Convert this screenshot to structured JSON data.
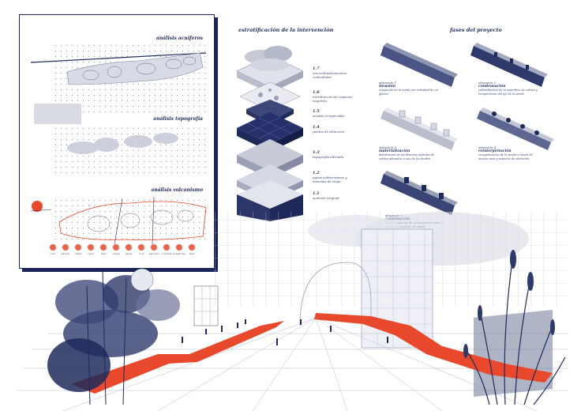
{
  "panel": {
    "titles": [
      "análisis acuíferos",
      "análisis topografía",
      "análisis volcanismo"
    ],
    "circle_labels": [
      "cono",
      "alturas",
      "cráter",
      "calor",
      "lava",
      "ceniza",
      "gases",
      "roca",
      "explosión",
      "columna",
      "avalancha",
      "flujo"
    ]
  },
  "strat": {
    "title": "estratificación de la intervención",
    "layers": [
      {
        "num": "1.7",
        "desc": "microclimatizaciones controladas"
      },
      {
        "num": "1.6",
        "desc": "introducción de espacios negentes"
      },
      {
        "num": "1.5",
        "desc": "sendas recuperadas"
      },
      {
        "num": "1.4",
        "desc": "puntos de atracción"
      },
      {
        "num": "1.3",
        "desc": "topografía alterada"
      },
      {
        "num": "1.2",
        "desc": "aguas subterráneas y sistemas de riego"
      },
      {
        "num": "1.1",
        "desc": "sustrato original"
      }
    ]
  },
  "fases": {
    "title": "fases del proyecto",
    "items": [
      {
        "num": "situación 1",
        "name": "invasión",
        "desc": "ocupación de la senda por actividad de un glaciar"
      },
      {
        "num": "situación 2",
        "name": "condensación",
        "desc": "redistribución de la superficie de cultivo y recuperación del eje de la senda"
      },
      {
        "num": "situación 3",
        "name": "materialización",
        "desc": "distribución de los diversos módulos de cultivo adosados a una de los bordes"
      },
      {
        "num": "situación 4",
        "name": "reinterpretación",
        "desc": "reorganización de la senda a través de nuevos usos y espacios de atracción"
      },
      {
        "num": "situación 5",
        "name": "culminación",
        "desc": "nuevos espacios de recuperación capaz y acondicionamiento de senda"
      }
    ]
  },
  "colors": {
    "navy": "#1e2a5a",
    "accent": "#e8492c",
    "grid": "#c9cbd6"
  }
}
